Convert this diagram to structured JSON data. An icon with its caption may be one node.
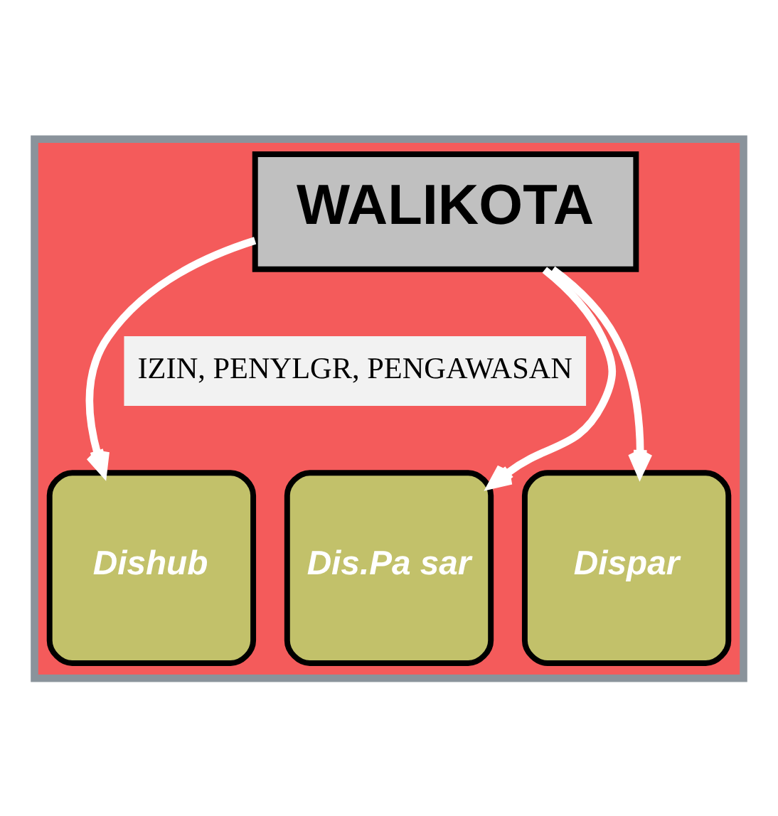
{
  "diagram": {
    "nodes": [
      {
        "text": [],
        "shape": "box"
      },
      {
        "text": [
          "WALIKOTA"
        ],
        "in": 0
      },
      {
        "text": [
          "IZIN, PENYLGR, PENGAWASAN"
        ],
        "in": 0
      },
      {
        "text": [
          "Dishub"
        ],
        "in": 0
      },
      {
        "text": [
          "Dis.Pa sar"
        ],
        "in": 0
      },
      {
        "text": [
          "Dispar"
        ],
        "in": 0
      }
    ],
    "edges": [
      {
        "from": 1,
        "to": 3,
        "arrow": "to"
      },
      {
        "from": 1,
        "to": 4,
        "arrow": "to"
      },
      {
        "from": 1,
        "to": 5,
        "arrow": "to"
      }
    ]
  }
}
